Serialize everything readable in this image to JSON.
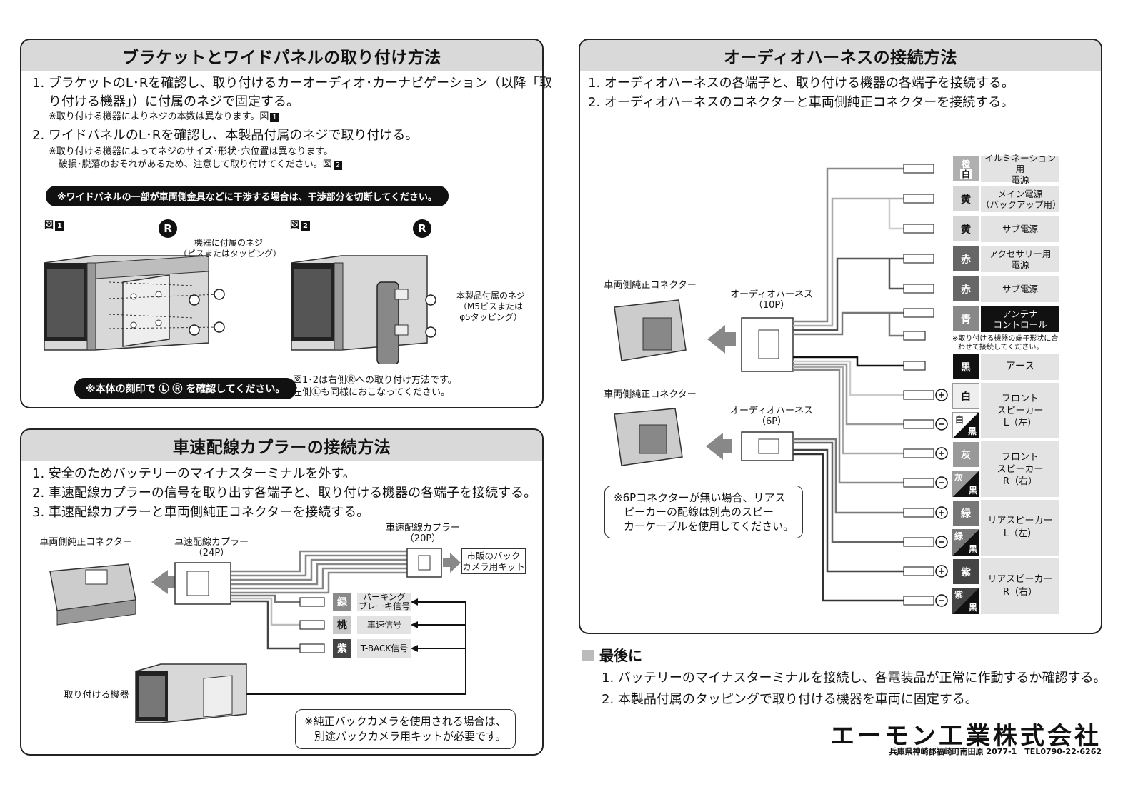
{
  "bracket_panel": {
    "title": "ブラケットとワイドパネルの取り付け方法",
    "step1_line1": "1. ブラケットのL･Rを確認し、取り付けるカーオーディオ･カーナビゲーション（以降「取",
    "step1_line2": "り付ける機器」）に付属のネジで固定する。",
    "step1_note": "※取り付ける機器によりネジの本数は異なります。図",
    "step1_fig": "1",
    "step2_line1": "2. ワイドパネルのL･Rを確認し、本製品付属のネジで取り付ける。",
    "step2_note1": "※取り付ける機器によってネジのサイズ･形状･穴位置は異なります。",
    "step2_note2": "破損･脱落のおそれがあるため、注意して取り付けてください。図",
    "step2_fig": "2",
    "warning_pill": "※ワイドパネルの一部が車両側金具などに干渉する場合は、干渉部分を切断してください。",
    "fig1_label": "図",
    "fig1_num": "1",
    "fig2_label": "図",
    "fig2_num": "2",
    "r_badge": "R",
    "screw_label_1": "機器に付属のネジ",
    "screw_label_2": "（ビスまたはタッピング）",
    "m5_label_1": "本製品付属のネジ",
    "m5_label_2": "（M5ビスまたは",
    "m5_label_3": "φ5タッピング）",
    "confirm_pill": "※本体の刻印で Ⓛ Ⓡ を確認してください。",
    "fig_note_1": "図1･2は右側Ⓡへの取り付け方法です。",
    "fig_note_2": "左側Ⓛも同様におこなってください。"
  },
  "speed_panel": {
    "title": "車速配線カプラーの接続方法",
    "step1": "1. 安全のためバッテリーのマイナスターミナルを外す。",
    "step2": "2. 車速配線カプラーの信号を取り出す各端子と、取り付ける機器の各端子を接続する。",
    "step3": "3. 車速配線カプラーと車両側純正コネクターを接続する。",
    "vehicle_connector": "車両側純正コネクター",
    "coupler_24p_1": "車速配線カプラー",
    "coupler_24p_2": "（24P）",
    "coupler_20p_1": "車速配線カプラー",
    "coupler_20p_2": "（20P）",
    "camera_kit_1": "市販のバック",
    "camera_kit_2": "カメラ用キット",
    "device_label": "取り付ける機器",
    "signals": [
      {
        "color": "緑",
        "label_1": "パーキング",
        "label_2": "ブレーキ信号",
        "bg": "#8a8a8a",
        "fg": "#ffffff"
      },
      {
        "color": "桃",
        "label_1": "車速信号",
        "label_2": "",
        "bg": "#c8c8c8",
        "fg": "#111111"
      },
      {
        "color": "紫",
        "label_1": "T-BACK信号",
        "label_2": "",
        "bg": "#444444",
        "fg": "#ffffff"
      }
    ],
    "camera_note_1": "※純正バックカメラを使用される場合は、",
    "camera_note_2": "別途バックカメラ用キットが必要です。"
  },
  "audio_panel": {
    "title": "オーディオハーネスの接続方法",
    "step1": "1. オーディオハーネスの各端子と、取り付ける機器の各端子を接続する。",
    "step2": "2. オーディオハーネスのコネクターと車両側純正コネクターを接続する。",
    "vehicle_connector_a": "車両側純正コネクター",
    "vehicle_connector_b": "車両側純正コネクター",
    "harness_10p_1": "オーディオハーネス",
    "harness_10p_2": "（10P）",
    "harness_6p_1": "オーディオハーネス",
    "harness_6p_2": "（6P）",
    "no6p_note_1": "※6Pコネクターが無い場合、リアス",
    "no6p_note_2": "ピーカーの配線は別売のスピー",
    "no6p_note_3": "カーケーブルを使用してください。",
    "terminal_note_1": "※取り付ける機器の端子形状に合",
    "terminal_note_2": "わせて接続してください。",
    "wires": [
      {
        "c1": "橙",
        "c2": "白",
        "f1": "イルミネーション用",
        "f2": "電源",
        "bg": "#b0b0b0",
        "fg": "#ffffff",
        "inv": false
      },
      {
        "c1": "黄",
        "c2": "",
        "f1": "メイン電源",
        "f2": "（バックアップ用）",
        "bg": "#d6d6d6",
        "fg": "#111111",
        "inv": false
      },
      {
        "c1": "黄",
        "c2": "",
        "f1": "サブ電源",
        "f2": "",
        "bg": "#d6d6d6",
        "fg": "#111111",
        "inv": false
      },
      {
        "c1": "赤",
        "c2": "",
        "f1": "アクセサリー用",
        "f2": "電源",
        "bg": "#666666",
        "fg": "#ffffff",
        "inv": false
      },
      {
        "c1": "赤",
        "c2": "",
        "f1": "サブ電源",
        "f2": "",
        "bg": "#666666",
        "fg": "#ffffff",
        "inv": false
      },
      {
        "c1": "青",
        "c2": "",
        "f1": "アンテナ",
        "f2": "コントロール",
        "bg": "#888888",
        "fg": "#ffffff",
        "inv": true
      },
      {
        "c1": "黒",
        "c2": "",
        "f1": "アース",
        "f2": "",
        "bg": "#111111",
        "fg": "#ffffff",
        "inv": false
      }
    ],
    "speakers": [
      {
        "plus_color": "白",
        "minus_color_1": "白",
        "minus_color_2": "黒",
        "f1": "フロント",
        "f2": "スピーカー",
        "f3": "L（左）",
        "plus_bg": "#eeeeee",
        "plus_fg": "#111111"
      },
      {
        "plus_color": "灰",
        "minus_color_1": "灰",
        "minus_color_2": "黒",
        "f1": "フロント",
        "f2": "スピーカー",
        "f3": "R（右）",
        "plus_bg": "#999999",
        "plus_fg": "#ffffff"
      },
      {
        "plus_color": "緑",
        "minus_color_1": "緑",
        "minus_color_2": "黒",
        "f1": "リアスピーカー",
        "f2": "L（左）",
        "f3": "",
        "plus_bg": "#777777",
        "plus_fg": "#ffffff"
      },
      {
        "plus_color": "紫",
        "minus_color_1": "紫",
        "minus_color_2": "黒",
        "f1": "リアスピーカー",
        "f2": "R（右）",
        "f3": "",
        "plus_bg": "#444444",
        "plus_fg": "#ffffff"
      }
    ]
  },
  "final": {
    "title": "最後に",
    "step1": "1. バッテリーのマイナスターミナルを接続し、各電装品が正常に作動するか確認する。",
    "step2": "2. 本製品付属のタッピングで取り付ける機器を車両に固定する。"
  },
  "footer": {
    "company": "エーモン工業株式会社",
    "address": "兵庫県神崎郡福崎町南田原 2077-1　TEL0790-22-6262"
  }
}
